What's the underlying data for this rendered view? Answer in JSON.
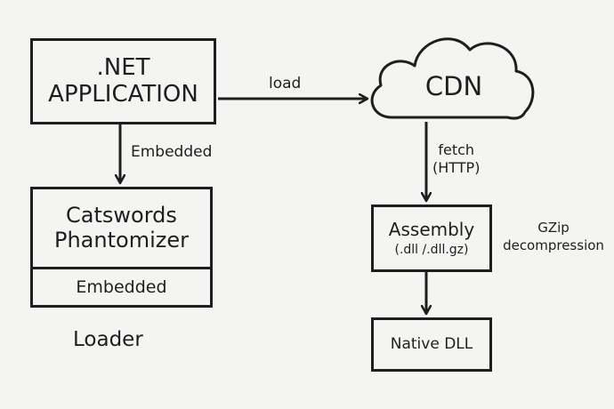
{
  "nodes": {
    "app": {
      "lines": [
        ".NET",
        "APPLICATION"
      ]
    },
    "loader": {
      "title_lines": [
        "Catswords",
        "Phantomizer"
      ],
      "section": "Embedded",
      "caption": "Loader"
    },
    "cdn": {
      "label": "CDN"
    },
    "assembly": {
      "title": "Assembly",
      "subtitle": "(.dll /.dll.gz)"
    },
    "native": {
      "label": "Native DLL"
    }
  },
  "edges": {
    "app_to_cdn": "load",
    "app_to_loader": "Embedded",
    "cdn_to_assembly": [
      "fetch",
      "(HTTP)"
    ],
    "assembly_note": [
      "GZip",
      "decompression"
    ]
  },
  "colors": {
    "stroke": "#1e1e1e",
    "background": "#f4f4f2"
  }
}
